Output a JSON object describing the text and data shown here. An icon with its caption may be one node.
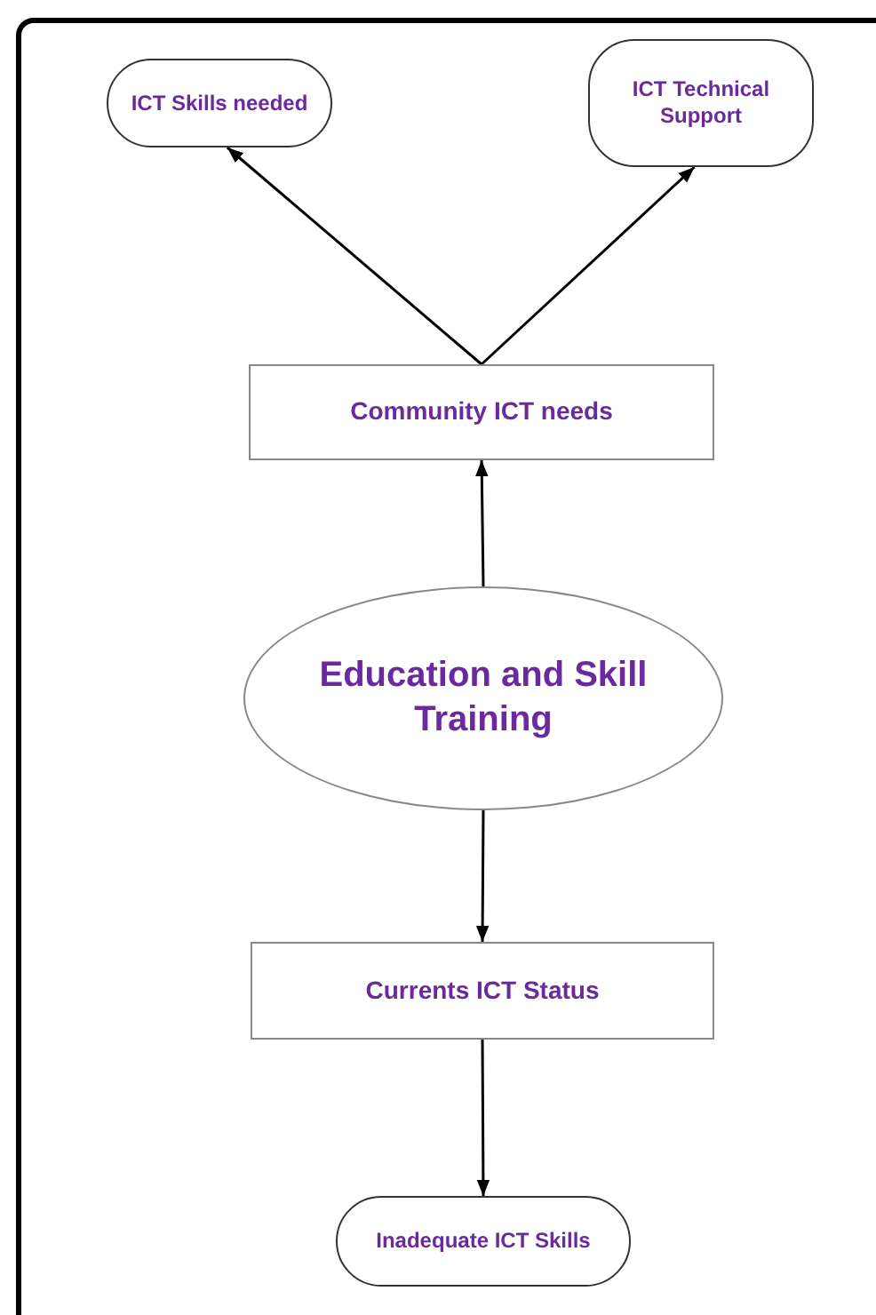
{
  "diagram": {
    "nodes": [
      {
        "text": [
          "ICT Skills needed"
        ]
      },
      {
        "text": [
          "ICT Technical Support"
        ]
      },
      {
        "text": [
          "Community ICT needs"
        ]
      },
      {
        "text": [
          "Education and Skill Training"
        ]
      },
      {
        "text": [
          "Currents ICT Status"
        ]
      },
      {
        "text": [
          "Inadequate ICT Skills"
        ]
      }
    ],
    "edges": [
      {
        "from": 2,
        "to": 0,
        "arrow": "to"
      },
      {
        "from": 2,
        "to": 1,
        "arrow": "to"
      },
      {
        "from": 3,
        "to": 2,
        "arrow": "to"
      },
      {
        "from": 3,
        "to": 4,
        "arrow": "to"
      },
      {
        "from": 4,
        "to": 5,
        "arrow": "to"
      }
    ]
  }
}
